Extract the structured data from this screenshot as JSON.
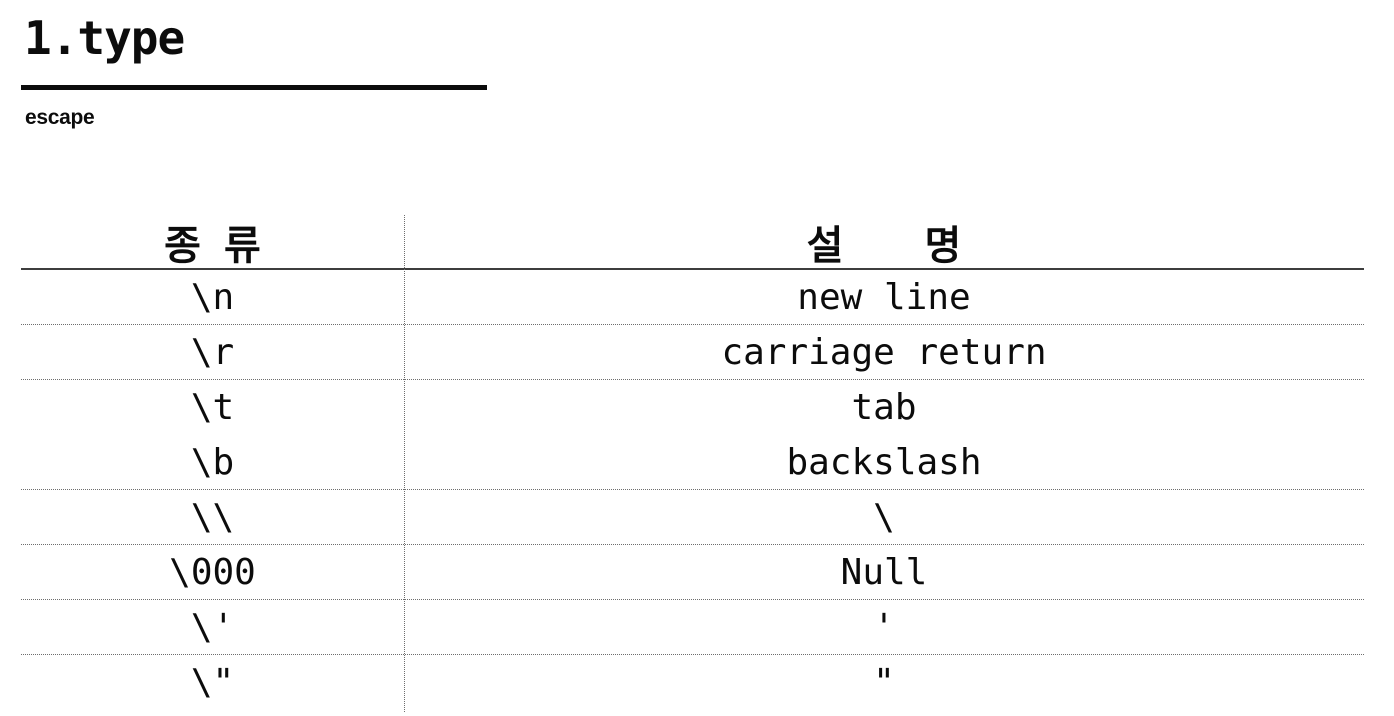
{
  "page": {
    "title": "1.type",
    "section_label": "escape"
  },
  "table": {
    "headers": {
      "type": "종 류",
      "description": "설 명"
    },
    "rows": [
      {
        "type": "\\n",
        "description": "new line",
        "divider_below": true
      },
      {
        "type": "\\r",
        "description": "carriage return",
        "divider_below": true
      },
      {
        "type": "\\t",
        "description": "tab",
        "divider_below": false
      },
      {
        "type": "\\b",
        "description": "backslash",
        "divider_below": true
      },
      {
        "type": "\\\\",
        "description": "\\",
        "divider_below": true
      },
      {
        "type": "\\000",
        "description": "Null",
        "divider_below": true
      },
      {
        "type": "\\'",
        "description": "'",
        "divider_below": true
      },
      {
        "type": "\\\"",
        "description": "\"",
        "divider_below": false
      }
    ]
  },
  "colors": {
    "background": "#ffffff",
    "text": "#0c0c0c",
    "header_rule": "#3e3e3e",
    "row_divider": "#6e6e6e"
  }
}
